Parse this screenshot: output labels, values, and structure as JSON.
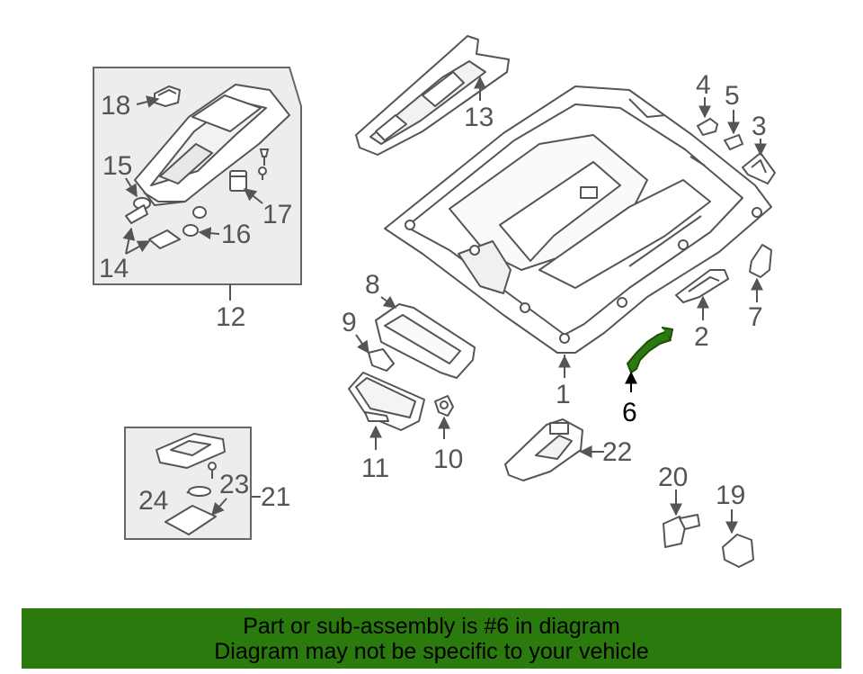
{
  "diagram": {
    "callouts": {
      "c1": "1",
      "c2": "2",
      "c3": "3",
      "c4": "4",
      "c5": "5",
      "c6": "6",
      "c7": "7",
      "c8": "8",
      "c9": "9",
      "c10": "10",
      "c11": "11",
      "c12": "12",
      "c13": "13",
      "c14": "14",
      "c15": "15",
      "c16": "16",
      "c17": "17",
      "c18": "18",
      "c19": "19",
      "c20": "20",
      "c21": "21",
      "c22": "22",
      "c23": "23",
      "c24": "24"
    },
    "highlighted_part": "6",
    "colors": {
      "line": "#555555",
      "fill": "#ffffff",
      "inset_fill": "#ededed",
      "highlight": "#2a7a0e"
    }
  },
  "banner": {
    "line1": "Part or sub-assembly is #6 in diagram",
    "line2": "Diagram may not be specific to your vehicle",
    "background": "#2a7a0e"
  }
}
